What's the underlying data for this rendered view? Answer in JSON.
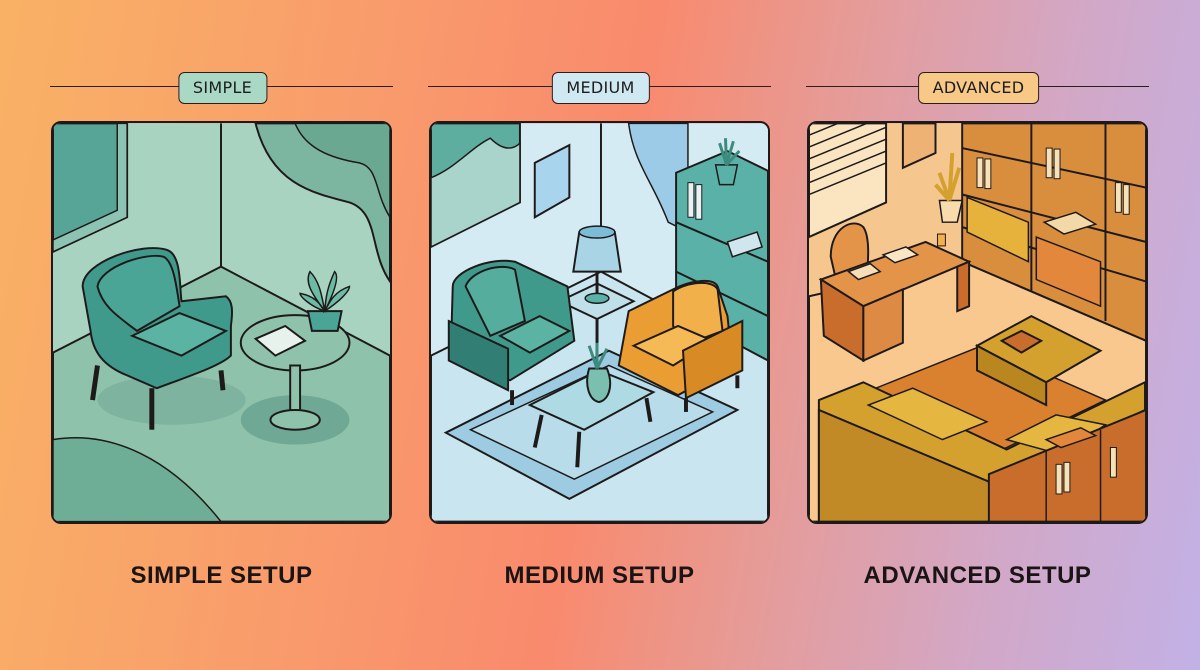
{
  "columns": [
    {
      "tag": "SIMPLE",
      "caption": "SIMPLE SETUP",
      "tag_color": "#a9d8c4",
      "illustration": "teal armchair with round side table, notebook and potted plant",
      "palette": {
        "wall": "#a9d3c1",
        "floor": "#8fc2aa",
        "accent": "#3f9a8c"
      }
    },
    {
      "tag": "MEDIUM",
      "caption": "MEDIUM SETUP",
      "tag_color": "#cfe8f2",
      "illustration": "teal and orange armchairs, lamp side table, coffee table with vase, rug and bookshelf",
      "palette": {
        "wall": "#d4ebf4",
        "floor": "#c9e5f0",
        "accent": "#e99d33"
      }
    },
    {
      "tag": "ADVANCED",
      "caption": "ADVANCED SETUP",
      "tag_color": "#f8c886",
      "illustration": "office with desk, chair, window blinds, shelving units, sectional sofa and ottoman",
      "palette": {
        "wall": "#f6c68f",
        "floor": "#f8c88f",
        "accent": "#d4a12f"
      }
    }
  ]
}
